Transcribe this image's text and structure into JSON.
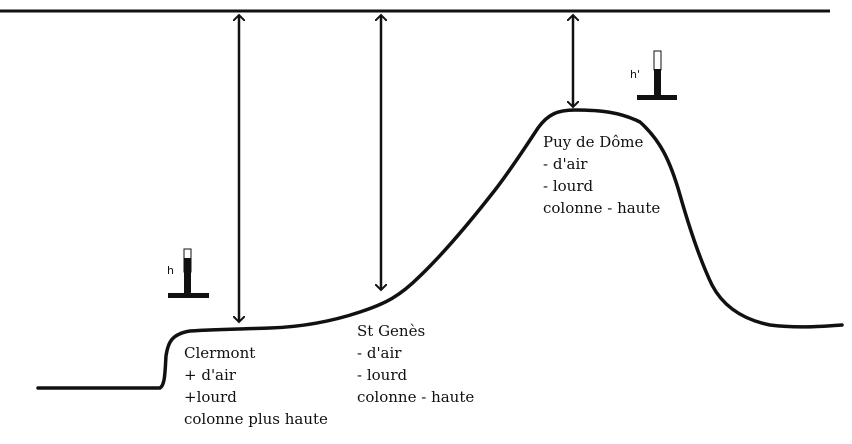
{
  "locations": [
    {
      "id": "clermont",
      "lines": [
        "Clermont",
        "+ d'air",
        "+lourd",
        "colonne plus haute"
      ]
    },
    {
      "id": "st-genes",
      "lines": [
        "St Genès",
        "- d'air",
        "- lourd",
        "colonne - haute"
      ]
    },
    {
      "id": "puy-de-dome",
      "lines": [
        "Puy de Dôme",
        "- d'air",
        "- lourd",
        "colonne - haute"
      ]
    }
  ],
  "barometers": [
    {
      "id": "low",
      "label": "h"
    },
    {
      "id": "high",
      "label": "h'"
    }
  ],
  "colors": {
    "ink": "#111111",
    "background": "#ffffff"
  }
}
